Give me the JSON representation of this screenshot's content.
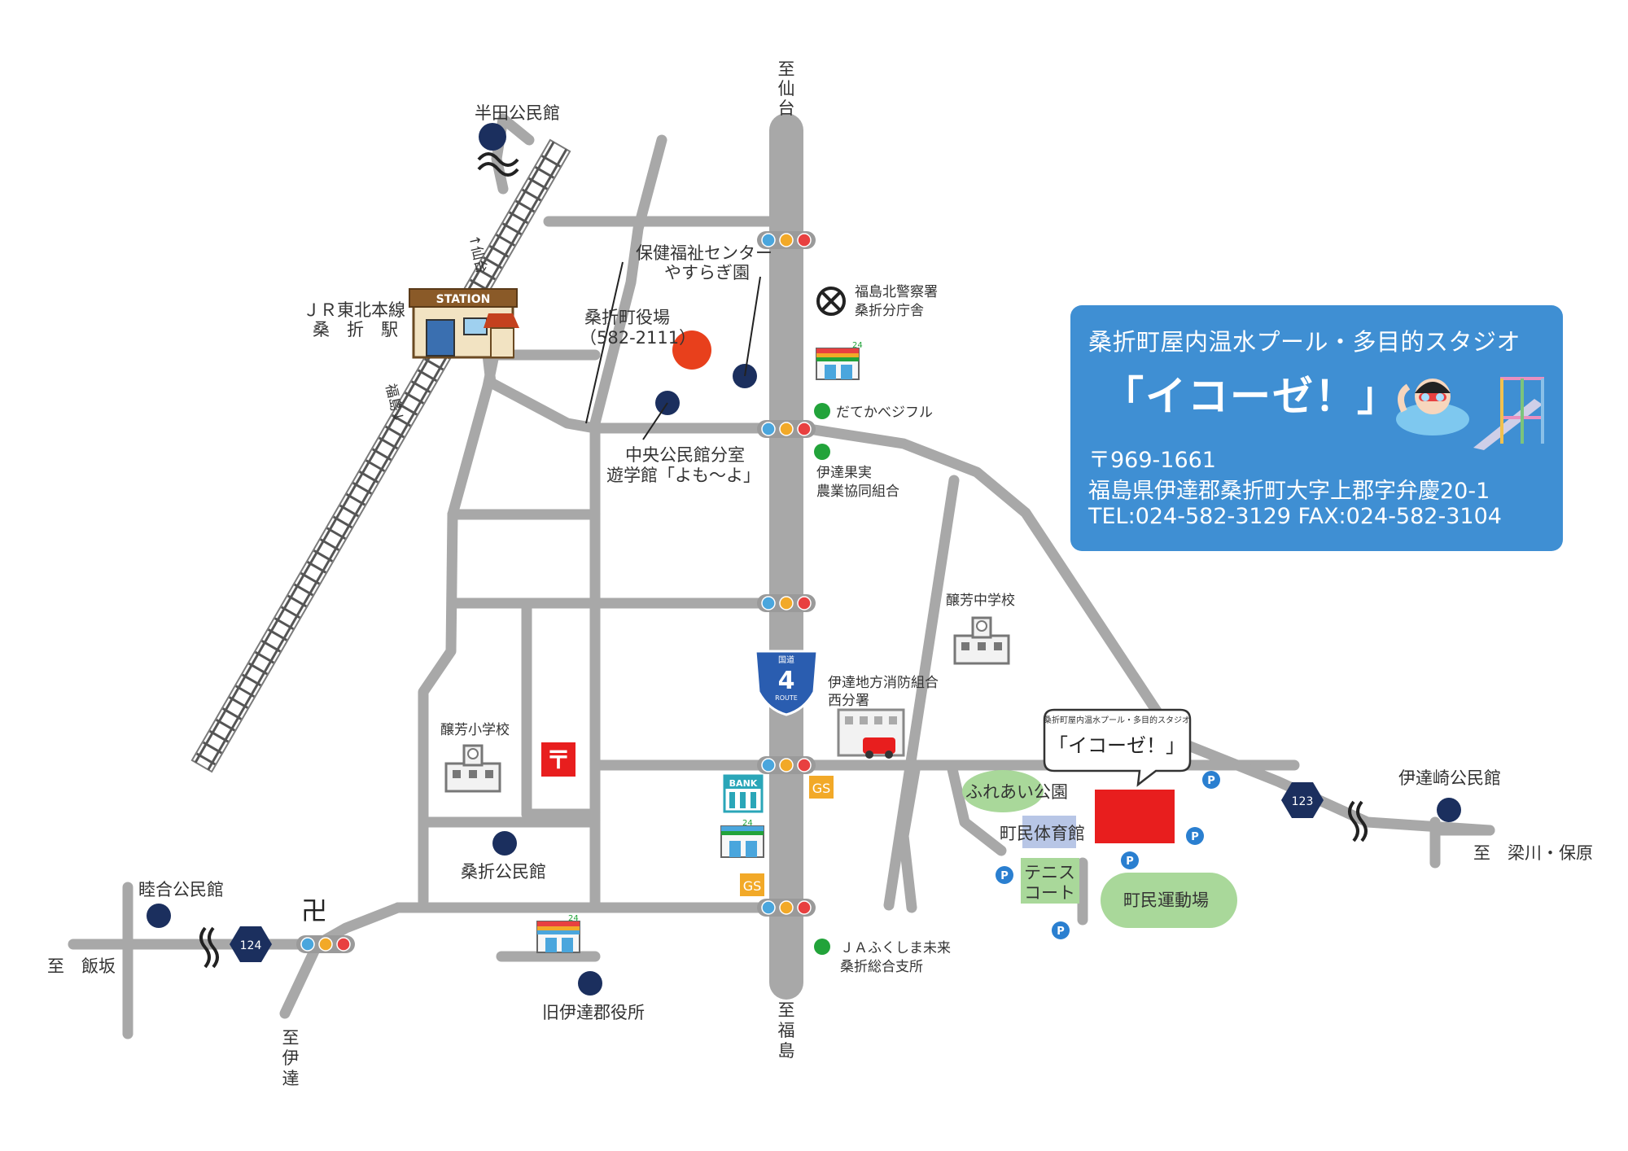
{
  "info": {
    "title": "桑折町屋内温水プール・多目的スタジオ",
    "name": "「イコーゼ！」",
    "postal": "〒969-1661",
    "address": "福島県伊達郡桑折町大字上郡字弁慶20-1",
    "contact": "TEL:024-582-3129 FAX:024-582-3104"
  },
  "callout": {
    "small": "桑折町屋内温水プール・多目的スタジオ",
    "name": "「イコーゼ！」"
  },
  "directions": {
    "sendai_v": [
      "至",
      "仙",
      "台"
    ],
    "fukushima_v": [
      "至",
      "福",
      "島"
    ],
    "date_v": [
      "至",
      "伊",
      "達"
    ],
    "iizaka": "至　飯坂",
    "yanagawa": "至　梁川・保原",
    "rail_sendai": "↑仙台",
    "rail_fukushima": "福島↓"
  },
  "places": {
    "handa": "半田公民館",
    "station_line": "ＪＲ東北本線",
    "station_name": "桑　折　駅",
    "station_sign": "STATION",
    "town_hall": "桑折町役場",
    "town_hall_tel": "（582-2111）",
    "health_1": "保健福祉センター",
    "health_2": "やすらぎ園",
    "police_1": "福島北警察署",
    "police_2": "桑折分庁舎",
    "vegifuru": "だてかべジフル",
    "fruit_1": "伊達果実",
    "fruit_2": "農業協同組合",
    "branch_1": "中央公民館分室",
    "branch_2": "遊学館「よも～よ」",
    "jhs": "醸芳中学校",
    "fire_1": "伊達地方消防組合",
    "fire_2": "西分署",
    "es": "醸芳小学校",
    "kominkan": "桑折公民館",
    "mutsuai": "睦合公民館",
    "old_office": "旧伊達郡役所",
    "ja_1": "ＪＡふくしま未来",
    "ja_2": "桑折総合支所",
    "fureai": "ふれあい公園",
    "gym": "町民体育館",
    "tennis_1": "テニス",
    "tennis_2": "コート",
    "ground": "町民運動場",
    "datezaki": "伊達崎公民館",
    "bank": "BANK",
    "gs": "GS",
    "cvs": "24",
    "post": "〒",
    "temple": "卍",
    "parking": "P"
  },
  "routes": {
    "r4_top": "国道",
    "r4_num": "4",
    "r4_bottom": "ROUTE",
    "r123": "123",
    "r124": "124"
  },
  "colors": {
    "road": "#a8a8a8",
    "marker": "#1b2f5e",
    "town_hall": "#e8401c",
    "card": "#3f8fd3",
    "facility": "#e81e1e",
    "park": "#a9d89a",
    "signal_blue": "#4aa6dd",
    "signal_yellow": "#f2a928",
    "signal_red": "#e84040"
  }
}
